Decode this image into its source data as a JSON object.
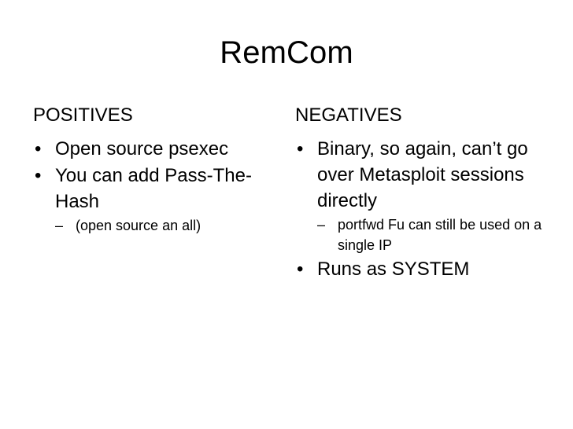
{
  "slide": {
    "title": "RemCom",
    "background_color": "#FFFFFF",
    "text_color": "#000000",
    "bullet_marker": "•",
    "subbullet_marker": "–",
    "columns": {
      "left": {
        "heading": "POSITIVES",
        "bullets": [
          {
            "text": "Open source psexec",
            "subbullets": []
          },
          {
            "text": "You can add Pass-The-Hash",
            "subbullets": [
              {
                "text": "(open source an all)"
              }
            ]
          }
        ]
      },
      "right": {
        "heading": "NEGATIVES",
        "bullets": [
          {
            "text": "Binary, so again, can’t go over Metasploit sessions directly",
            "subbullets": [
              {
                "text": "portfwd Fu can still be used on a single IP"
              }
            ]
          },
          {
            "text": "Runs as SYSTEM",
            "subbullets": []
          }
        ]
      }
    }
  }
}
